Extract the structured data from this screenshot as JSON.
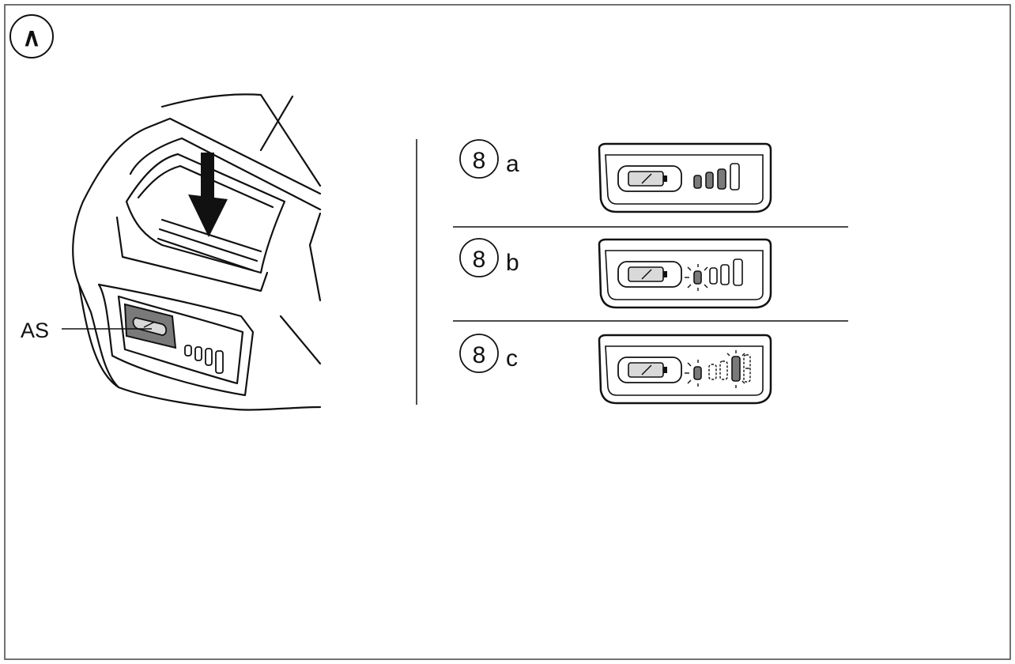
{
  "figure": {
    "corner_symbol": "∧",
    "callout_label": "AS",
    "panels": [
      {
        "number": "8",
        "letter": "a",
        "lit_bars": 3,
        "blinking_bars": 0
      },
      {
        "number": "8",
        "letter": "b",
        "lit_bars": 0,
        "blinking_bars": 1
      },
      {
        "number": "8",
        "letter": "c",
        "lit_bars": 0,
        "blinking_bars": 2
      }
    ],
    "colors": {
      "line": "#111111",
      "fill_dark": "#7a7a7a",
      "fill_light": "#d9d9d9",
      "background": "#ffffff"
    }
  }
}
